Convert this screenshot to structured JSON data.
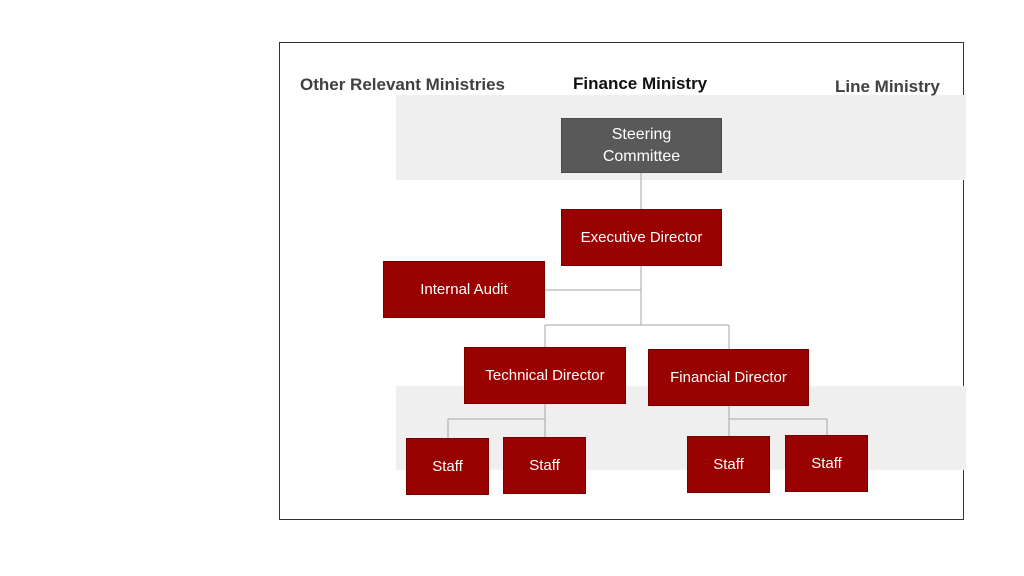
{
  "headings": {
    "other": "Other Relevant Ministries",
    "finance": "Finance Ministry",
    "line": "Line Ministry"
  },
  "nodes": {
    "steering": "Steering Committee",
    "executive": "Executive Director",
    "audit": "Internal Audit",
    "technical": "Technical Director",
    "financial": "Financial Director",
    "staff_1": "Staff",
    "staff_2": "Staff",
    "staff_3": "Staff",
    "staff_4": "Staff"
  },
  "colors": {
    "node_fill": "#990000",
    "steering_fill": "#595959",
    "band_fill": "#efefef",
    "connector": "#a6a6a6"
  }
}
